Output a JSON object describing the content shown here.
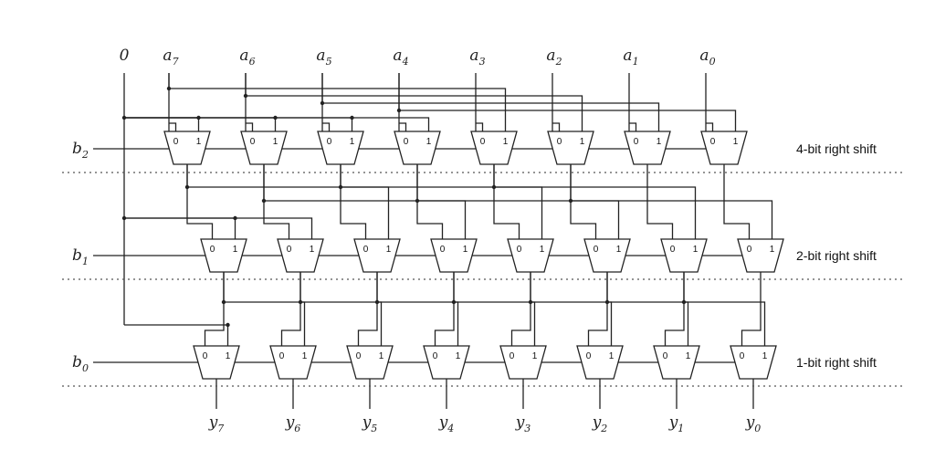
{
  "inputs": {
    "zero": "0",
    "a": [
      {
        "base": "a",
        "sub": "7"
      },
      {
        "base": "a",
        "sub": "6"
      },
      {
        "base": "a",
        "sub": "5"
      },
      {
        "base": "a",
        "sub": "4"
      },
      {
        "base": "a",
        "sub": "3"
      },
      {
        "base": "a",
        "sub": "2"
      },
      {
        "base": "a",
        "sub": "1"
      },
      {
        "base": "a",
        "sub": "0"
      }
    ]
  },
  "selects": [
    {
      "base": "b",
      "sub": "2"
    },
    {
      "base": "b",
      "sub": "1"
    },
    {
      "base": "b",
      "sub": "0"
    }
  ],
  "outputs": [
    {
      "base": "y",
      "sub": "7"
    },
    {
      "base": "y",
      "sub": "6"
    },
    {
      "base": "y",
      "sub": "5"
    },
    {
      "base": "y",
      "sub": "4"
    },
    {
      "base": "y",
      "sub": "3"
    },
    {
      "base": "y",
      "sub": "2"
    },
    {
      "base": "y",
      "sub": "1"
    },
    {
      "base": "y",
      "sub": "0"
    }
  ],
  "stages": [
    {
      "label": "4-bit right shift",
      "shift": 4
    },
    {
      "label": "2-bit right shift",
      "shift": 2
    },
    {
      "label": "1-bit right shift",
      "shift": 1
    }
  ],
  "mux_inputs": [
    "0",
    "1"
  ],
  "colors": {
    "line": "#222222",
    "separator": "#555555"
  }
}
